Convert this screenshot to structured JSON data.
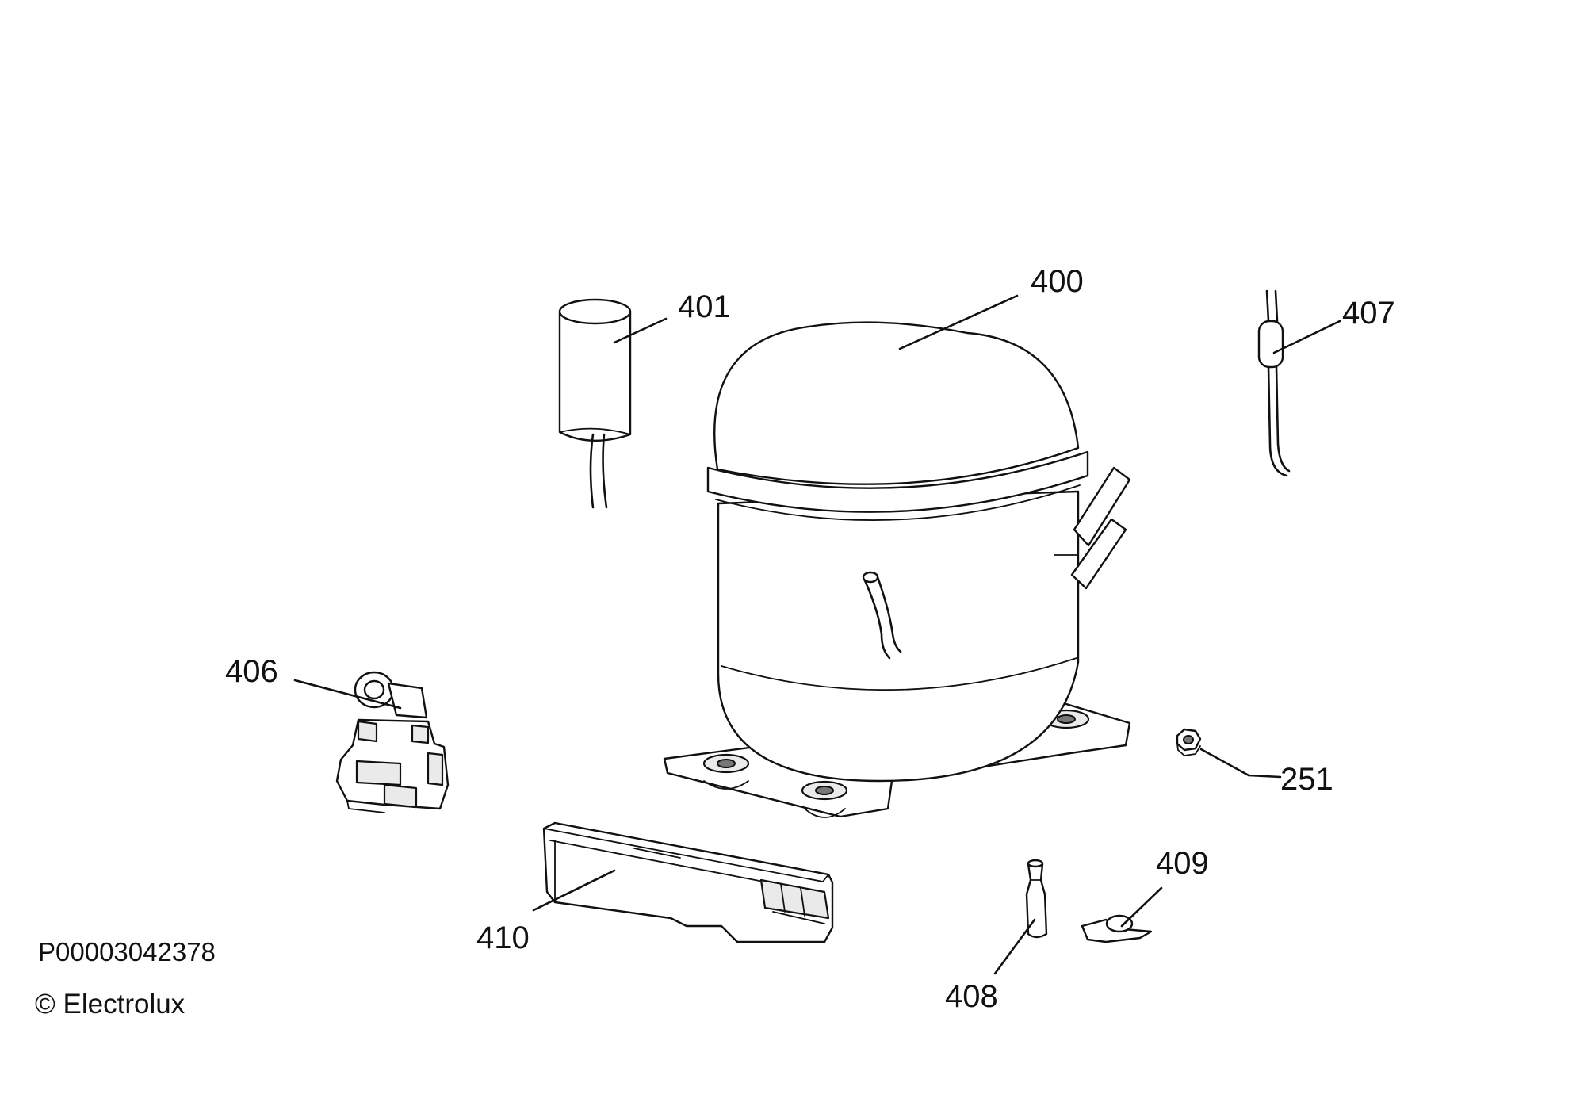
{
  "diagram": {
    "callouts": {
      "p400": "400",
      "p401": "401",
      "p407": "407",
      "p406": "406",
      "p251": "251",
      "p409": "409",
      "p410": "410",
      "p408": "408"
    },
    "parts": [
      {
        "ref": "400",
        "icon": "compressor-icon"
      },
      {
        "ref": "401",
        "icon": "capacitor-icon"
      },
      {
        "ref": "406",
        "icon": "relay-icon"
      },
      {
        "ref": "407",
        "icon": "thermal-protector-icon"
      },
      {
        "ref": "408",
        "icon": "process-tube-icon"
      },
      {
        "ref": "409",
        "icon": "clip-icon"
      },
      {
        "ref": "410",
        "icon": "terminal-cover-icon"
      },
      {
        "ref": "251",
        "icon": "nut-icon"
      }
    ]
  },
  "footer": {
    "image_code": "P00003042378",
    "copyright": "© Electrolux"
  }
}
